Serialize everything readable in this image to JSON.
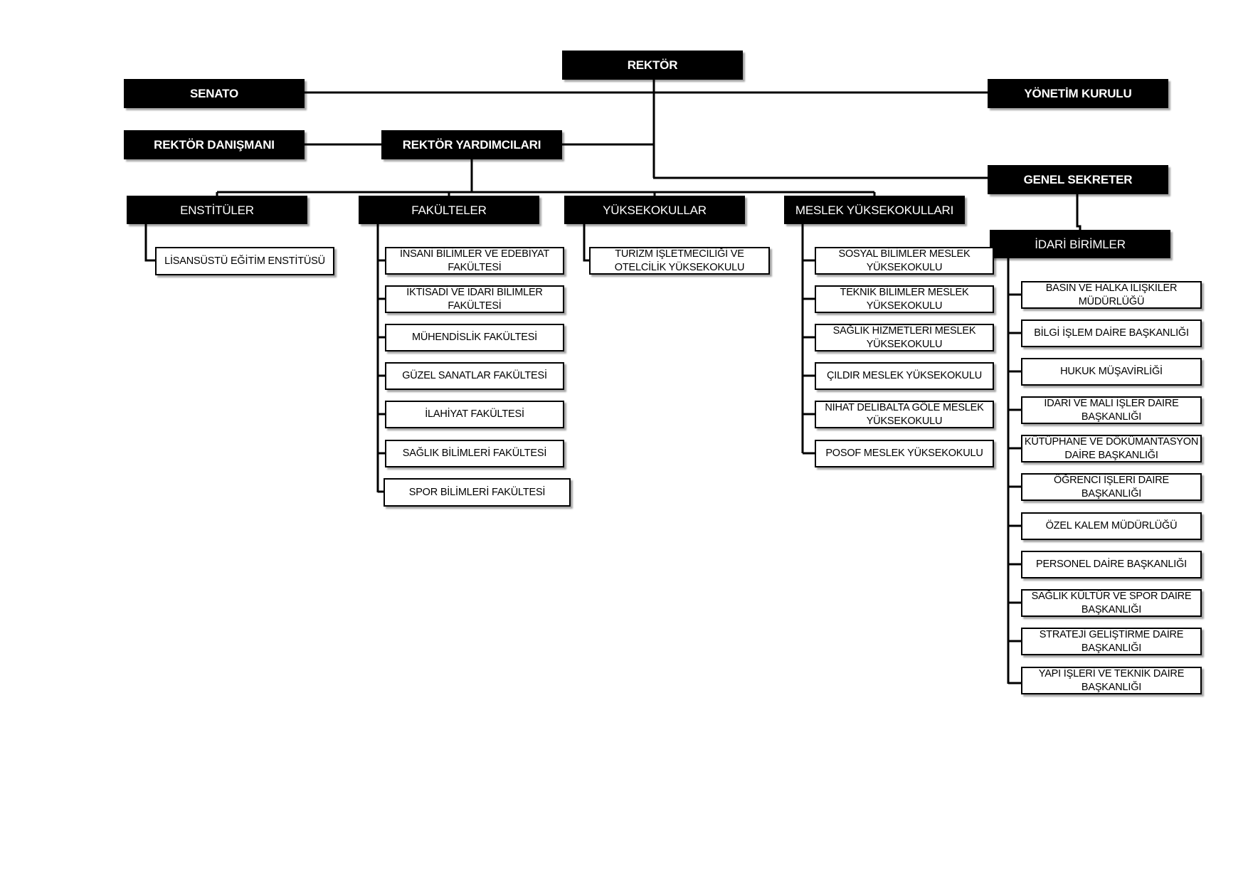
{
  "top": {
    "rektor": "REKTÖR",
    "senato": "SENATO",
    "yonetim_kurulu": "YÖNETİM KURULU",
    "rektor_danismani": "REKTÖR DANIŞMANI",
    "rektor_yardimcilari": "REKTÖR YARDIMCILARI",
    "genel_sekreter": "GENEL SEKRETER"
  },
  "groups": {
    "enstituler": {
      "title": "ENSTİTÜLER",
      "items": [
        "LİSANSÜSTÜ EĞİTİM ENSTİTÜSÜ"
      ]
    },
    "fakulteler": {
      "title": "FAKÜLTELER",
      "items": [
        "İNSANİ BİLİMLER VE EDEBİYAT FAKÜLTESİ",
        "İKTİSADİ VE İDARİ BİLİMLER FAKÜLTESİ",
        "MÜHENDİSLİK FAKÜLTESİ",
        "GÜZEL SANATLAR FAKÜLTESİ",
        "İLAHİYAT FAKÜLTESİ",
        "SAĞLIK BİLİMLERİ FAKÜLTESİ",
        "SPOR BİLİMLERİ FAKÜLTESİ"
      ]
    },
    "yuksekokullar": {
      "title": "YÜKSEKOKULLAR",
      "items": [
        "TURİZM İŞLETMECİLİĞİ VE OTELCİLİK YÜKSEKOKULU"
      ]
    },
    "meslek_yuksekokullari": {
      "title": "MESLEK YÜKSEKOKULLARI",
      "items": [
        "SOSYAL BİLİMLER MESLEK YÜKSEKOKULU",
        "TEKNİK BİLİMLER MESLEK YÜKSEKOKULU",
        "SAĞLIK HİZMETLERİ MESLEK YÜKSEKOKULU",
        "ÇILDIR MESLEK YÜKSEKOKULU",
        "NİHAT DELİBALTA GÖLE MESLEK YÜKSEKOKULU",
        "POSOF MESLEK YÜKSEKOKULU"
      ]
    },
    "idari_birimler": {
      "title": "İDARİ BİRİMLER",
      "items": [
        "BASIN VE HALKA İLİŞKİLER MÜDÜRLÜĞÜ",
        "BİLGİ İŞLEM DAİRE BAŞKANLIĞI",
        "HUKUK MÜŞAVİRLİĞİ",
        "İDARİ VE MALİ İŞLER DAİRE BAŞKANLIĞI",
        "KÜTÜPHANE VE DÖKÜMANTASYON DAİRE BAŞKANLIĞI",
        "ÖĞRENCİ İŞLERİ DAİRE BAŞKANLIĞI",
        "ÖZEL KALEM MÜDÜRLÜĞÜ",
        "PERSONEL DAİRE BAŞKANLIĞI",
        "SAĞLIK KÜLTÜR VE SPOR DAİRE BAŞKANLIĞI",
        "STRATEJİ GELİŞTİRME DAİRE BAŞKANLIĞI",
        "YAPI İŞLERİ VE TEKNİK DAİRE BAŞKANLIĞI"
      ]
    }
  }
}
